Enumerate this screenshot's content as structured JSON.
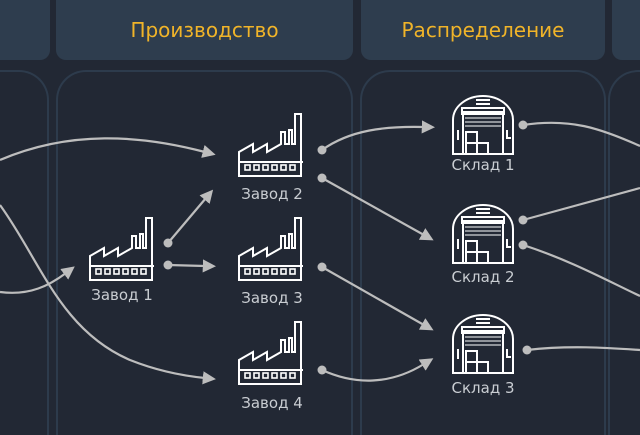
{
  "headers": {
    "production": "Производство",
    "distribution": "Распределение"
  },
  "factories": [
    {
      "label": "Завод 1"
    },
    {
      "label": "Завод 2"
    },
    {
      "label": "Завод 3"
    },
    {
      "label": "Завод 4"
    }
  ],
  "warehouses": [
    {
      "label": "Склад 1"
    },
    {
      "label": "Склад 2"
    },
    {
      "label": "Склад 3"
    }
  ],
  "colors": {
    "background": "#222834",
    "header": "#2e3d4e",
    "header_text": "#f0b429",
    "connector": "#bdbdbd",
    "icon": "#ffffff"
  }
}
